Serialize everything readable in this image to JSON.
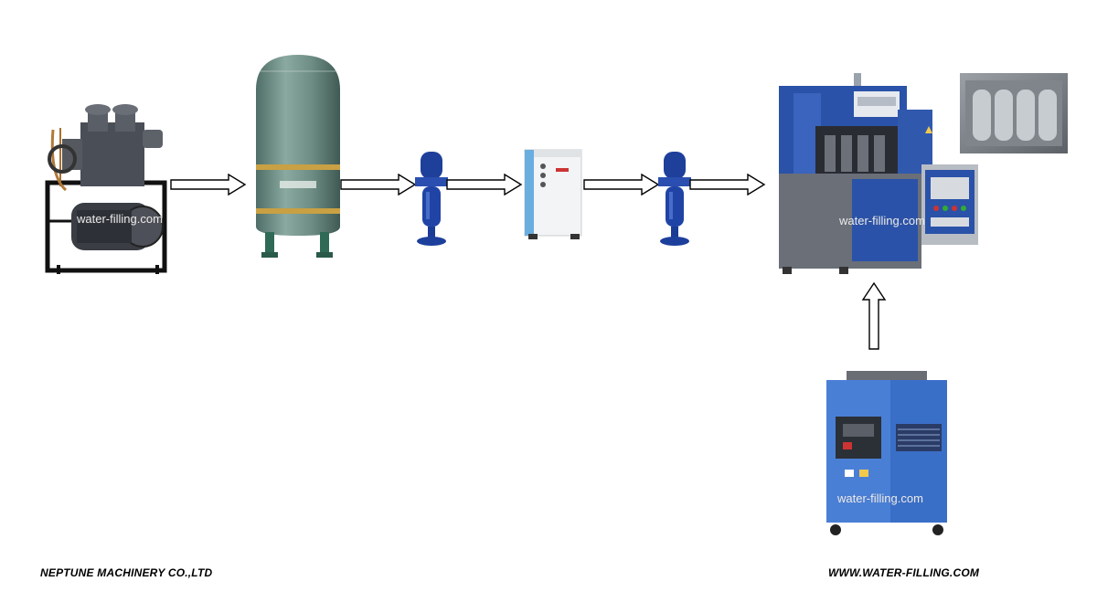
{
  "footer": {
    "company": "NEPTUNE MACHINERY CO.,LTD",
    "website": "WWW.WATER-FILLING.COM"
  },
  "watermark": {
    "text": "water-filling.com"
  },
  "equipment": [
    {
      "id": "air-compressor",
      "icon": "air-compressor"
    },
    {
      "id": "air-tank",
      "icon": "air-storage-tank"
    },
    {
      "id": "filter-1",
      "icon": "air-filter"
    },
    {
      "id": "air-dryer",
      "icon": "air-dryer"
    },
    {
      "id": "filter-2",
      "icon": "air-filter"
    },
    {
      "id": "blow-molding-machine",
      "icon": "blow-molding-machine"
    },
    {
      "id": "mold",
      "icon": "bottle-mold"
    },
    {
      "id": "water-chiller",
      "icon": "water-chiller"
    }
  ],
  "colors": {
    "machine_blue": "#2a52a8",
    "tank_green": "#6e8f86",
    "arrow_stroke": "#000000"
  }
}
